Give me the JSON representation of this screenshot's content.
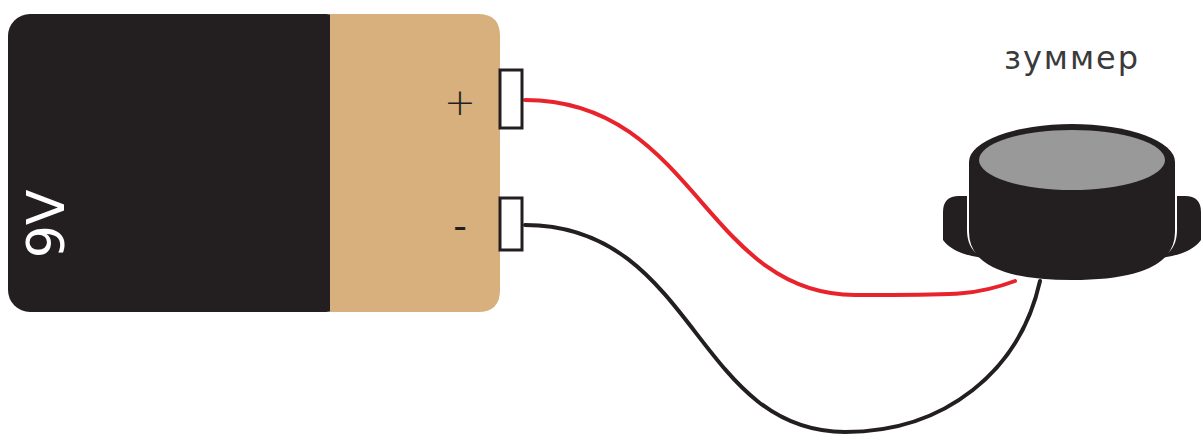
{
  "diagram": {
    "nodes": [
      {
        "text": [
          "9V",
          "+",
          "-"
        ]
      },
      {
        "text": [
          "зуммер"
        ]
      }
    ],
    "edges": [
      {
        "from": 0,
        "to": 1,
        "arrow": "none"
      },
      {
        "from": 0,
        "to": 1,
        "arrow": "none"
      }
    ]
  }
}
